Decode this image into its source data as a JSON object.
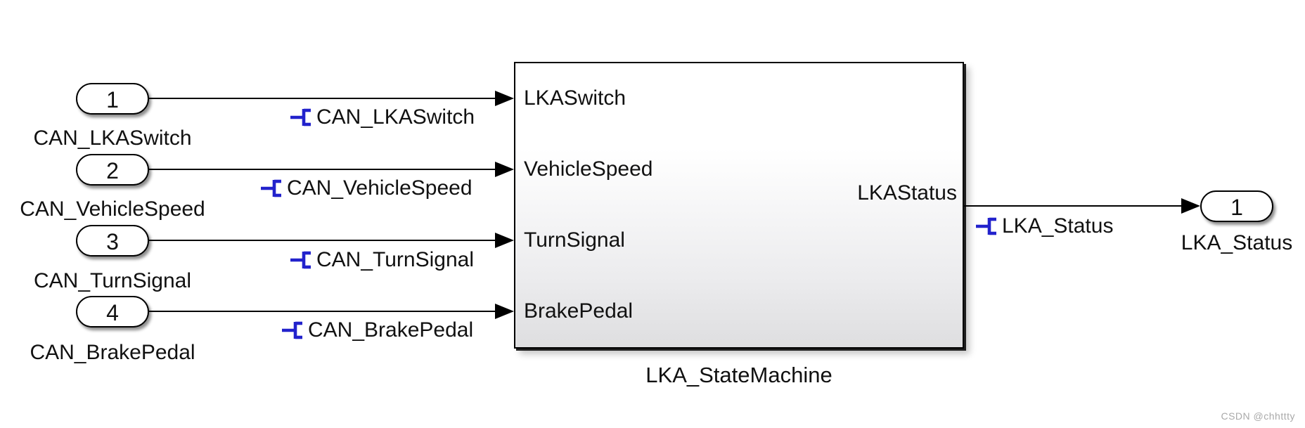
{
  "diagram": {
    "type": "simulink-model",
    "inports": [
      {
        "number": "1",
        "name": "CAN_LKASwitch",
        "signal_label": "CAN_LKASwitch"
      },
      {
        "number": "2",
        "name": "CAN_VehicleSpeed",
        "signal_label": "CAN_VehicleSpeed"
      },
      {
        "number": "3",
        "name": "CAN_TurnSignal",
        "signal_label": "CAN_TurnSignal"
      },
      {
        "number": "4",
        "name": "CAN_BrakePedal",
        "signal_label": "CAN_BrakePedal"
      }
    ],
    "subsystem": {
      "name": "LKA_StateMachine",
      "input_ports": [
        "LKASwitch",
        "VehicleSpeed",
        "TurnSignal",
        "BrakePedal"
      ],
      "output_ports": [
        "LKAStatus"
      ]
    },
    "outports": [
      {
        "number": "1",
        "name": "LKA_Status",
        "signal_label": "LKA_Status"
      }
    ],
    "colors": {
      "signal_resolve_icon": "#2222cc",
      "wire": "#000000",
      "block_fill_top": "#ffffff",
      "block_fill_bottom": "#dedee0",
      "watermark": "#a9a9a9"
    },
    "watermark": "CSDN @chhttty"
  }
}
